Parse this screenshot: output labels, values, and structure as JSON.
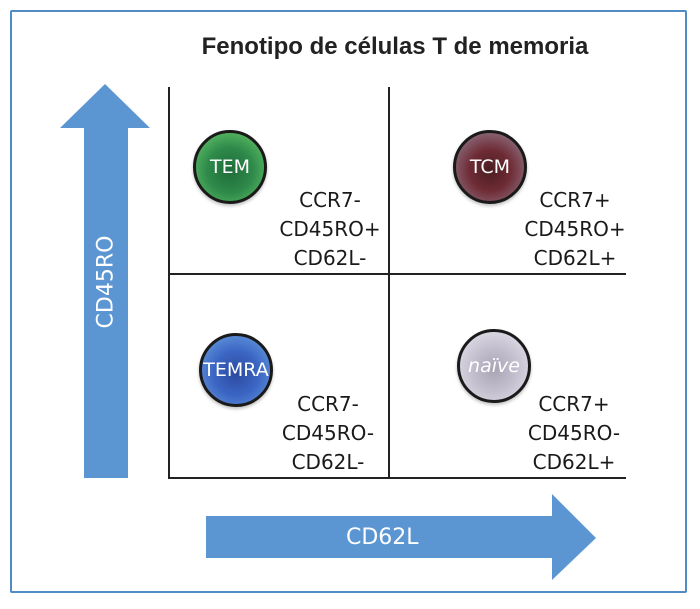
{
  "title": "Fenotipo de células T de memoria",
  "y_axis": {
    "label": "CD45RO"
  },
  "x_axis": {
    "label": "CD62L"
  },
  "quadrants": [
    {
      "cell": "TEM",
      "markers": [
        "CCR7-",
        "CD45RO+",
        "CD62L-"
      ]
    },
    {
      "cell": "TCM",
      "markers": [
        "CCR7+",
        "CD45RO+",
        "CD62L+"
      ]
    },
    {
      "cell": "TEMRA",
      "markers": [
        "CCR7-",
        "CD45RO-",
        "CD62L-"
      ]
    },
    {
      "cell": "naïve",
      "markers": [
        "CCR7+",
        "CD45RO-",
        "CD62L+"
      ]
    }
  ],
  "colors": {
    "arrow": "#5b96d2",
    "frame": "#4f8bc4",
    "tem": "#2e8a4a",
    "tcm": "#6e2b34",
    "temra": "#3c66c4",
    "naive": "#c4c0cf"
  }
}
